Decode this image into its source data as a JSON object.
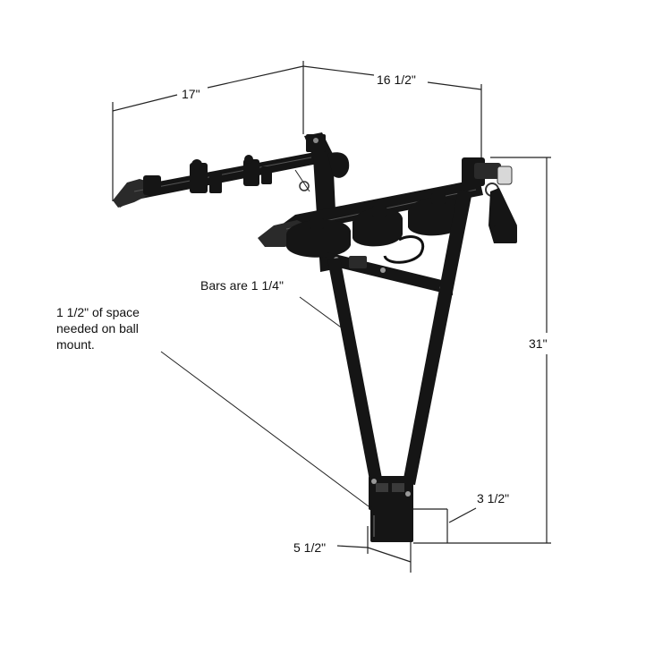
{
  "dimensions": {
    "width_left": "17\"",
    "width_right": "16 1/2\"",
    "height": "31\"",
    "clamp_height": "3 1/2\"",
    "clamp_width": "5 1/2\""
  },
  "notes": {
    "bars": "Bars are 1 1/4\"",
    "space_line1": "1 1/2\" of space",
    "space_line2": "needed on ball",
    "space_line3": "mount."
  },
  "colors": {
    "frame": "#151515",
    "background": "#ffffff",
    "line": "#222222"
  }
}
